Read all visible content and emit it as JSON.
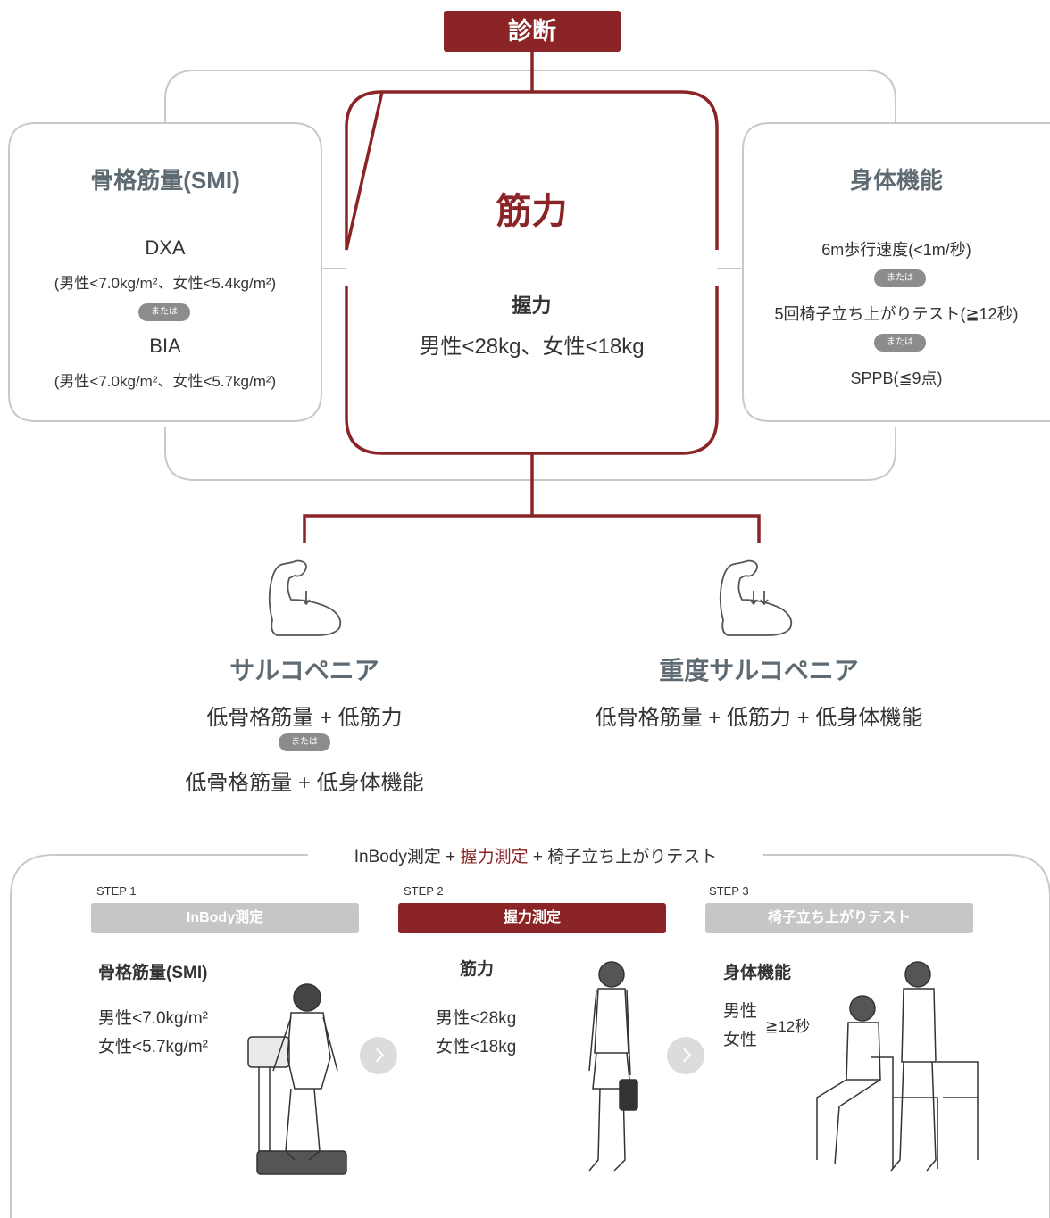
{
  "diagnosis": {
    "title": "診断"
  },
  "smi": {
    "title": "骨格筋量(SMI)",
    "dxa": "DXA",
    "dxa_criteria": "(男性<7.0kg/m²、女性<5.4kg/m²)",
    "or": "または",
    "bia": "BIA",
    "bia_criteria": "(男性<7.0kg/m²、女性<5.7kg/m²)"
  },
  "strength": {
    "title": "筋力",
    "sub": "握力",
    "criteria": "男性<28kg、女性<18kg"
  },
  "physical": {
    "title": "身体機能",
    "item1": "6m歩行速度(<1m/秒)",
    "or1": "または",
    "item2": "5回椅子立ち上がりテスト(≧12秒)",
    "or2": "または",
    "item3": "SPPB(≦9点)"
  },
  "results": {
    "sarcopenia": {
      "title": "サルコペニア",
      "line1": "低骨格筋量 + 低筋力",
      "or": "または",
      "line2": "低骨格筋量 + 低身体機能"
    },
    "severe": {
      "title": "重度サルコペニア",
      "line1": "低骨格筋量 + 低筋力 + 低身体機能"
    }
  },
  "measure": {
    "header_a": "InBody測定 + ",
    "header_b": "握力測定",
    "header_c": " + 椅子立ち上がりテスト",
    "steps": [
      {
        "label": "STEP 1",
        "bar": "InBody測定",
        "heading": "骨格筋量(SMI)",
        "line1": "男性<7.0kg/m²",
        "line2": "女性<5.7kg/m²"
      },
      {
        "label": "STEP 2",
        "bar": "握力測定",
        "heading": "筋力",
        "line1": "男性<28kg",
        "line2": "女性<18kg"
      },
      {
        "label": "STEP 3",
        "bar": "椅子立ち上がりテスト",
        "heading": "身体機能",
        "line1": "男性",
        "line2": "女性",
        "threshold": "≧12秒"
      }
    ]
  },
  "colors": {
    "accent": "#8b2426",
    "gray_heading": "#5f6b72",
    "outline": "#c9c9c9"
  }
}
